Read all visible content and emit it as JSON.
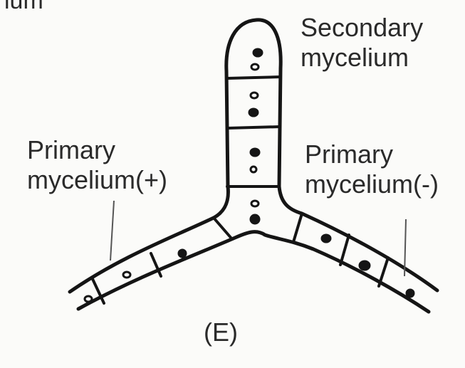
{
  "labels": {
    "clipped_text": "ium",
    "secondary": [
      "Secondary",
      "mycelium"
    ],
    "primary_plus": [
      "Primary",
      "mycelium(+)"
    ],
    "primary_minus": [
      "Primary",
      "mycelium(-)"
    ],
    "panel": "(E)"
  },
  "colors": {
    "ink": "#151515",
    "background": "#fbfbf9"
  }
}
